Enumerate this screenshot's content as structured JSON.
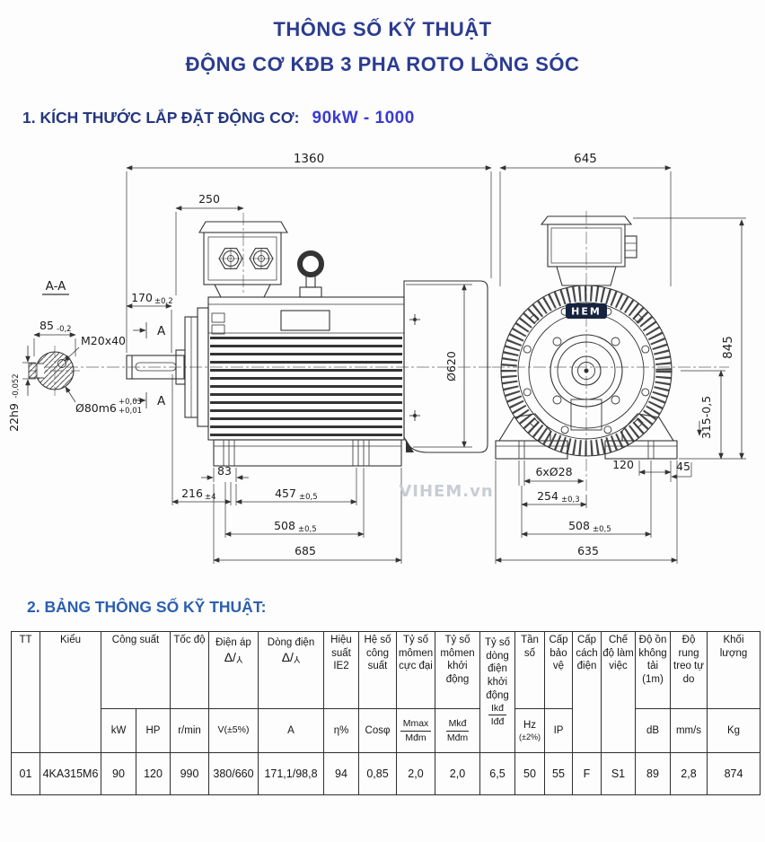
{
  "title": {
    "line1": "THÔNG SỐ KỸ THUẬT",
    "line2": "ĐỘNG CƠ KĐB 3 PHA ROTO LỒNG SÓC"
  },
  "section1": {
    "heading": "1. KÍCH THƯỚC LẮP ĐẶT ĐỘNG CƠ:",
    "value": "90kW - 1000"
  },
  "section2": {
    "heading": "2. BẢNG THÔNG SỐ KỸ THUẬT:"
  },
  "drawing": {
    "watermark": "VIHEM.vn",
    "logo": "HEM",
    "section_label": "A-A",
    "marker_a": "A",
    "dims": {
      "overall_length": "1360",
      "box_offset": "250",
      "shaft_len": "170",
      "shaft_len_tol": "±0,2",
      "key_width": "85",
      "key_width_tol": "-0,2",
      "key_height": "22h9",
      "key_height_tol": "-0,052",
      "thread": "M20x40",
      "shaft_dia": "Ø80m6",
      "shaft_dia_tol_up": "+0,03",
      "shaft_dia_tol_lo": "+0,01",
      "dim83": "83",
      "dim216": "216",
      "dim216_tol": "±4",
      "dim457": "457",
      "dim457_tol": "±0,5",
      "dim508_side": "508",
      "dim508_side_tol": "±0,5",
      "dim685": "685",
      "frame_dia": "Ø620",
      "front_width": "645",
      "front_height": "845",
      "shaft_height": "315-0,5",
      "holes": "6xØ28",
      "dim120": "120",
      "dim45": "45",
      "dim254": "254",
      "dim254_tol": "±0,3",
      "dim508_front": "508",
      "dim508_front_tol": "±0,5",
      "dim635": "635"
    }
  },
  "table": {
    "headers": {
      "tt": "TT",
      "kieu": "Kiểu",
      "cong_suat": "Công suất",
      "toc_do": "Tốc độ",
      "dien_ap": "Điện áp",
      "dong_dien": "Dòng điện",
      "hieu_suat": "Hiệu suất IE2",
      "he_so_cong_suat": "Hệ số công suất",
      "ty_so_momen_cuc_dai": "Tỷ số mômen cực đại",
      "ty_so_momen_khoi_dong": "Tỷ số mômen khởi động",
      "ty_so_dong_dien_khoi_dong": "Tỷ số dòng điện khởi động",
      "tan_so": "Tần số",
      "cap_bao_ve": "Cấp bảo vệ",
      "cap_cach_dien": "Cấp cách điện",
      "che_do_lam_viec": "Chế độ làm việc",
      "do_on": "Độ ồn không tải (1m)",
      "do_rung": "Độ rung treo tự do",
      "khoi_luong": "Khối lượng",
      "sym_delta": "Δ/",
      "sym_y": "Y"
    },
    "units": {
      "kw": "kW",
      "hp": "HP",
      "rpm": "r/min",
      "v": "V(±5%)",
      "a": "A",
      "eta": "η%",
      "cos": "Cosφ",
      "mmax_n": "Mmax",
      "mmax_d": "Mđm",
      "mkd_n": "Mkđ",
      "mkd_d": "Mđm",
      "ikd_n": "Ikđ",
      "ikd_d": "Iđđ",
      "hz": "Hz",
      "hz_tol": "(±2%)",
      "ip": "IP",
      "db": "dB",
      "mms": "mm/s",
      "kg": "Kg"
    },
    "row": {
      "tt": "01",
      "kieu": "4KA315M6",
      "kw": "90",
      "hp": "120",
      "rpm": "990",
      "v": "380/660",
      "a": "171,1/98,8",
      "eta": "94",
      "cos": "0,85",
      "mmax": "2,0",
      "mkd": "2,0",
      "ikd": "6,5",
      "hz": "50",
      "ip": "55",
      "cach_dien": "F",
      "che_do": "S1",
      "db": "89",
      "rung": "2,8",
      "kg": "874"
    }
  }
}
